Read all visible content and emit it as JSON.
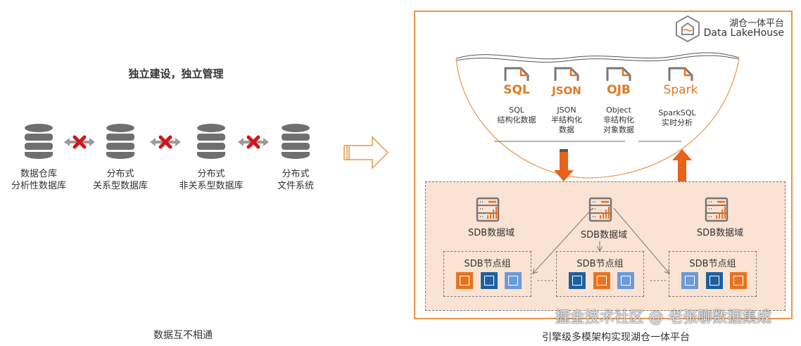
{
  "left": {
    "title": "独立建设，独立管理",
    "databases": [
      {
        "line1": "数据仓库",
        "line2": "分析性数据库"
      },
      {
        "line1": "分布式",
        "line2": "关系型数据库"
      },
      {
        "line1": "分布式",
        "line2": "非关系型数据库"
      },
      {
        "line1": "分布式",
        "line2": "文件系统"
      }
    ],
    "caption": "数据互不相通"
  },
  "right": {
    "platform_title": "湖仓一体平台",
    "platform_subtitle": "Data LakeHouse",
    "formats": [
      {
        "badge": "SQL",
        "line1": "SQL",
        "line2": "结构化数据",
        "line3": ""
      },
      {
        "badge": "JSON",
        "line1": "JSON",
        "line2": "半结构化",
        "line3": "数据"
      },
      {
        "badge": "OJB",
        "line1": "Object",
        "line2": "非结构化",
        "line3": "对象数据"
      },
      {
        "badge": "Spark",
        "line1": "SparkSQL",
        "line2": "实时分析",
        "line3": ""
      }
    ],
    "domains": [
      "SDB数据域",
      "SDB数据域",
      "SDB数据域"
    ],
    "node_groups": [
      {
        "title": "SDB节点组",
        "nodes": [
          "orange",
          "dark-blue",
          "light-blue"
        ]
      },
      {
        "title": "SDB节点组",
        "nodes": [
          "dark-blue",
          "orange",
          "light-blue"
        ]
      },
      {
        "title": "SDB节点组",
        "nodes": [
          "light-blue",
          "dark-blue",
          "orange"
        ]
      }
    ],
    "caption": "引擎级多模架构实现湖仓一体平台"
  },
  "watermark": "掘金技术社区 @ 老张聊数据集成",
  "colors": {
    "orange": "#e8731f",
    "dark-blue": "#1f5f9f",
    "light-blue": "#6c9ad6",
    "frame": "#e8964a",
    "peach": "#fbe3d3",
    "gray": "#6f6f6f",
    "cross": "#d0151b"
  }
}
